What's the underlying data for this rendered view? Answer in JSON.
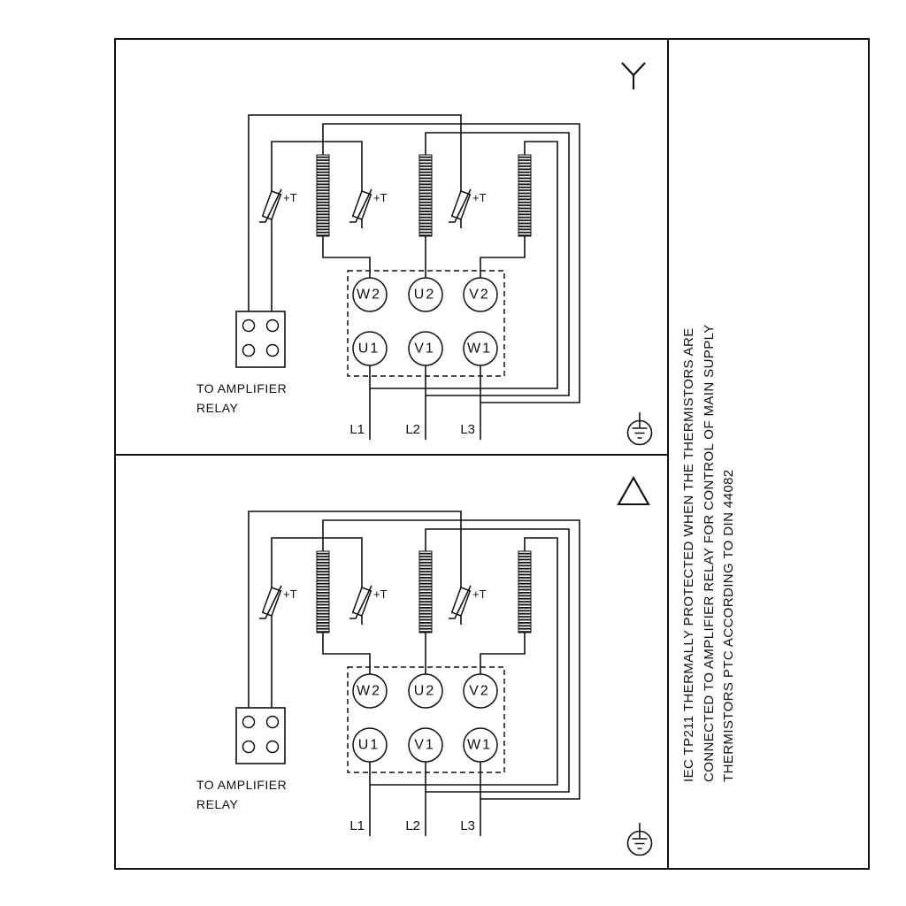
{
  "note_column": {
    "lines": [
      "IEC TP211 THERMALLY PROTECTED WHEN THE THERMISTORS ARE",
      "CONNECTED TO AMPLIFIER RELAY FOR CONTROL OF MAIN SUPPLY",
      "THERMISTORS PTC ACCORDING TO DIN 44082"
    ]
  },
  "diagram": {
    "terminals_top": [
      "W2",
      "U2",
      "V2"
    ],
    "terminals_bottom": [
      "U1",
      "V1",
      "W1"
    ],
    "supply_labels": [
      "L1",
      "L2",
      "L3"
    ],
    "thermistor_label": "+T",
    "relay_caption_line1": "TO AMPLIFIER",
    "relay_caption_line2": "RELAY"
  },
  "icons": {
    "star_connection": "star-connection-icon",
    "delta_connection": "delta-connection-icon",
    "earth_ground": "earth-ground-icon"
  },
  "colors": {
    "line": "#111111",
    "background": "#ffffff"
  }
}
